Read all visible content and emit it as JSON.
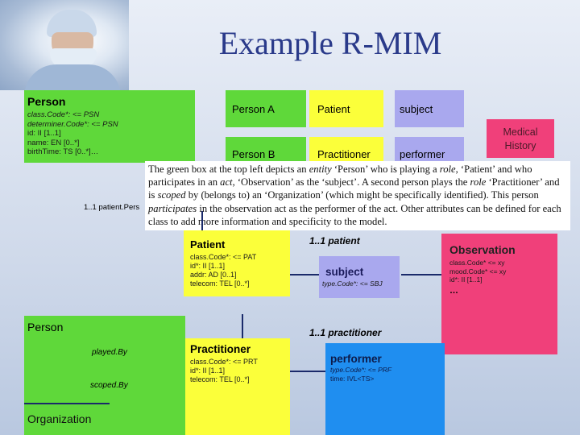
{
  "title": "Example R-MIM",
  "top_row": {
    "person": {
      "title": "Person",
      "attrs": [
        "class.Code*: <= PSN",
        "determiner.Code*: <= PSN",
        "id: II [1..1]",
        "name: EN [0..*]",
        "birthTime: TS [0..*]…"
      ]
    },
    "labels": {
      "person_a": "Person A",
      "person_b": "Person B",
      "patient": "Patient",
      "practitioner": "Practitioner",
      "subject": "subject",
      "performer": "performer",
      "medical_history": "Medical History"
    },
    "patient_pers": "1..1 patient.Pers"
  },
  "note": {
    "segments": [
      {
        "t": "The green box at the top left depicts an ",
        "i": false
      },
      {
        "t": "entity",
        "i": true
      },
      {
        "t": " ‘Person’ who is playing a ",
        "i": false
      },
      {
        "t": "role",
        "i": true
      },
      {
        "t": ", ‘Patient’ and who participates in an ",
        "i": false
      },
      {
        "t": "act",
        "i": true
      },
      {
        "t": ", ‘Observation’ as the ‘subject’. A second person plays the ",
        "i": false
      },
      {
        "t": "role",
        "i": true
      },
      {
        "t": " ‘Practitioner’ and is ",
        "i": false
      },
      {
        "t": "scoped",
        "i": true
      },
      {
        "t": " by (belongs to) an ‘Organization’ (which might be specifically identified). This person ",
        "i": false
      },
      {
        "t": "participates",
        "i": true
      },
      {
        "t": " in the observation act as the performer of the act. Other attributes can be defined for each class to add more information and specificity to the model.",
        "i": false
      }
    ]
  },
  "patient": {
    "title": "Patient",
    "attrs": [
      "class.Code*: <= PAT",
      "id*: II [1..1]",
      "addr: AD [0..1]",
      "telecom: TEL [0..*]"
    ]
  },
  "patient_mult": "1..1 patient",
  "subject": {
    "title": "subject",
    "attrs": [
      "type.Code*: <= SBJ"
    ]
  },
  "observation": {
    "title": "Observation",
    "attrs": [
      "class.Code* <= xy",
      "mood.Code* <= xy",
      "id*: II [1..1]"
    ],
    "ellipsis": "…"
  },
  "person_lower": "Person",
  "played_by": "played.By",
  "scoped_by": "scoped.By",
  "organization": "Organization",
  "practitioner_mult": "1..1 practitioner",
  "practitioner": {
    "title": "Practitioner",
    "attrs": [
      "class.Code*: <= PRT",
      "id*: II [1..1]",
      "telecom: TEL [0..*]"
    ]
  },
  "performer": {
    "title": "performer",
    "attrs": [
      "type.Code*: <= PRF",
      "time: IVL<TS>"
    ]
  },
  "colors": {
    "green": "#5fd83a",
    "yellow": "#fbff3a",
    "lavender": "#a9a8ee",
    "pink": "#f0407a",
    "blue": "#1f8ef0",
    "title": "#2a3a8a"
  }
}
